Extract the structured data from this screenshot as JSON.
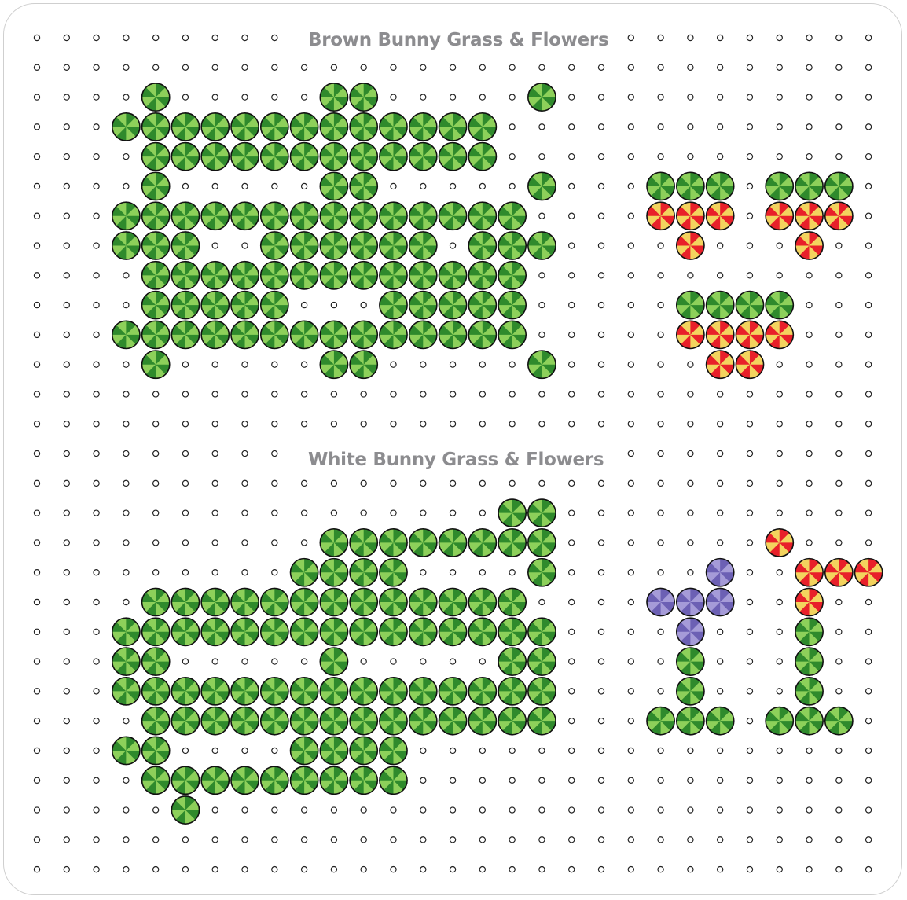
{
  "sections": [
    {
      "title": "Brown Bunny Grass & Flowers"
    },
    {
      "title": "White Bunny Grass & Flowers"
    }
  ],
  "colors": {
    "green": [
      "#2f8a2c",
      "#8dd05a"
    ],
    "red_yellow": [
      "#e8202a",
      "#f3d35e"
    ],
    "purple": [
      "#6c60b4",
      "#a59bd8"
    ],
    "bead_outline": "#111111",
    "peg": "#222222",
    "title_text": "#8c8c8f",
    "board_border": "#cfcfcf"
  },
  "grid": {
    "columns": 29,
    "rows": 29
  },
  "patterns": {
    "legend": {
      "G": "green",
      "R": "red_yellow",
      "P": "purple"
    },
    "rows": [
      ".............................",
      ".............................",
      "....G.....GG.....G...........",
      "...GGGGGGGGGGGGG.............",
      "....GGGGGGGGGGGG.............",
      "....G.....GG.....G...GGG.GGG.",
      "...GGGGGGGGGGGGGG....RRR.RRR.",
      "...GGG..GGGGGG.GGG....R...R..",
      "....GGGGGGGGGGGGG............",
      "....GGGGG...GGGGG.....GGGG...",
      "...GGGGGGGGGGGGGG.....RRRR...",
      "....G.....GG.....G.....RR....",
      ".............................",
      ".............................",
      ".............................",
      ".............................",
      "................GG...........",
      "..........GGGGGGGG.......R...",
      ".........GGGG....G.....P..RRR",
      "....GGGGGGGGGGGGG....PPP..R..",
      "...GGGGGGGGGGGGGGG....P...G..",
      "...GG.....G.....GG....G...G..",
      "...GGGGGGGGGGGGGGG....G...G..",
      "....GGGGGGGGGGGGGG...GGG.GGG.",
      "...GG....GGGG................",
      "....GGGGGGGGG................",
      ".....G.......................",
      ".............................",
      "............................."
    ]
  }
}
